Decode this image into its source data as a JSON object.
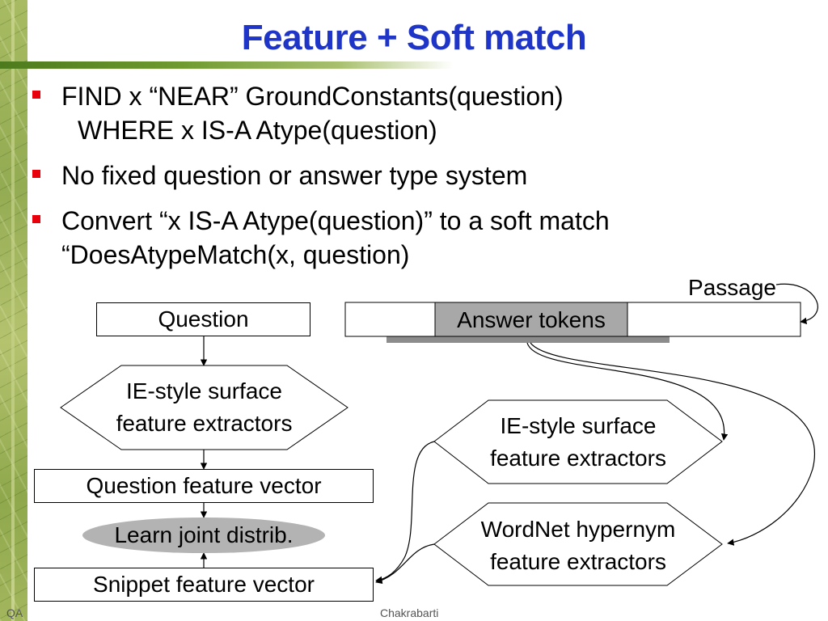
{
  "slide": {
    "title": "Feature + Soft match",
    "bullets": [
      {
        "line1": "FIND x “NEAR” GroundConstants(question)",
        "line2": "WHERE x IS-A Atype(question)"
      },
      {
        "line1": "No fixed question or answer type system"
      },
      {
        "line1": "Convert “x IS-A Atype(question)” to a soft match",
        "line2": "“DoesAtypeMatch(x, question)"
      }
    ],
    "bullet_color": "#e8000b",
    "title_color": "#1e35c8"
  },
  "diagram": {
    "passage_label": "Passage",
    "question_label": "Question",
    "answer_tokens_label": "Answer tokens",
    "left_extractor": {
      "line1": "IE-style surface",
      "line2": "feature extractors"
    },
    "question_vector_label": "Question feature vector",
    "learn_label": "Learn joint distrib.",
    "snippet_vector_label": "Snippet feature vector",
    "right_ie_extractor": {
      "line1": "IE-style surface",
      "line2": "feature extractors"
    },
    "wordnet_extractor": {
      "line1": "WordNet hypernym",
      "line2": "feature extractors"
    }
  },
  "footer": {
    "left": "QA",
    "center": "Chakrabarti"
  }
}
